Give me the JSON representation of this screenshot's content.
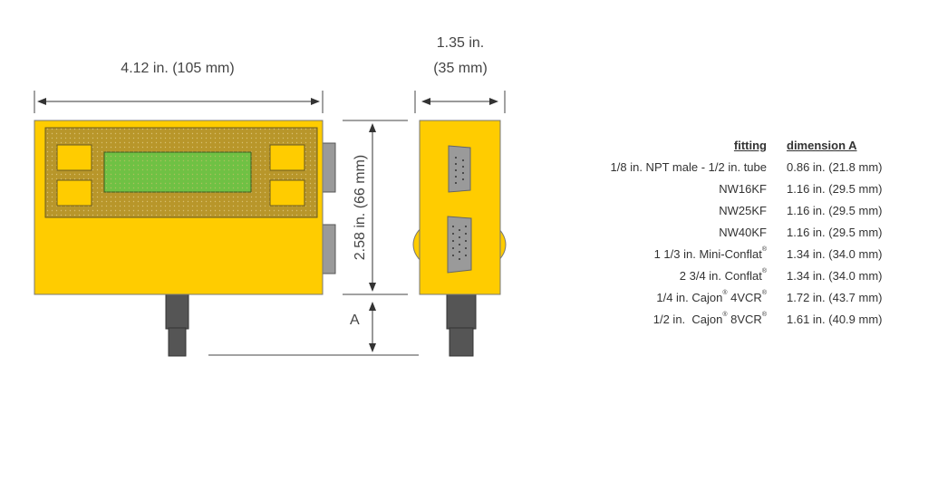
{
  "dimensions": {
    "front_width": "4.12 in. (105 mm)",
    "side_width_in": "1.35 in.",
    "side_width_mm": "(35 mm)",
    "height": "2.58 in. (66 mm)",
    "fitting_dim_label": "A"
  },
  "colors": {
    "body": "#ffcc00",
    "panel": "#b8962a",
    "display": "#6fc144",
    "connector": "#9a9a9a",
    "stem": "#555555"
  },
  "table": {
    "headers": {
      "fitting": "fitting",
      "dimension": "dimension A"
    },
    "rows": [
      {
        "fitting": [
          "1/8 in. NPT male - 1/2 in. tube"
        ],
        "dimension": "0.86 in. (21.8 mm)"
      },
      {
        "fitting": [
          "NW16KF"
        ],
        "dimension": "1.16 in. (29.5 mm)"
      },
      {
        "fitting": [
          "NW25KF"
        ],
        "dimension": "1.16 in. (29.5 mm)"
      },
      {
        "fitting": [
          "NW40KF"
        ],
        "dimension": "1.16 in. (29.5 mm)"
      },
      {
        "fitting": [
          "1 1/3 in. Mini-Conflat",
          "®"
        ],
        "dimension": "1.34 in. (34.0 mm)"
      },
      {
        "fitting": [
          "2 3/4 in. Conflat",
          "®"
        ],
        "dimension": "1.34 in. (34.0 mm)"
      },
      {
        "fitting": [
          "1/4 in. Cajon",
          "®",
          " 4VCR",
          "®"
        ],
        "dimension": "1.72 in. (43.7 mm)"
      },
      {
        "fitting": [
          "1/2 in.  Cajon",
          "®",
          " 8VCR",
          "®"
        ],
        "dimension": "1.61 in. (40.9 mm)"
      }
    ]
  }
}
